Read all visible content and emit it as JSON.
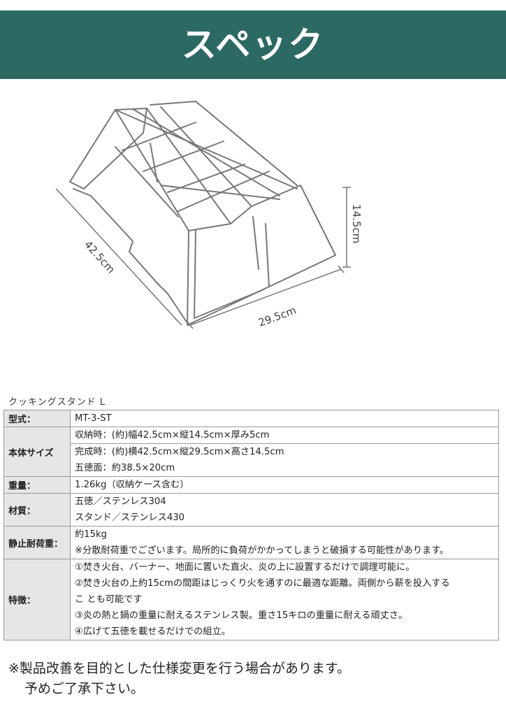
{
  "header": {
    "title": "スペック"
  },
  "dimensions": {
    "width": "42.5cm",
    "depth": "29.5cm",
    "height": "14.5cm"
  },
  "product_name": "クッキングスタンド L",
  "spec": {
    "model": {
      "label": "型式：",
      "lines": [
        "MT-3-ST"
      ]
    },
    "size": {
      "label": "本体サイズ",
      "lines": [
        "収納時：(約)幅42.5cm×縦14.5cm×厚み5cm",
        "完成時：(約)横42.5cm×縦29.5cm×高さ14.5cm",
        "五徳面：約38.5×20cm"
      ]
    },
    "weight": {
      "label": "重量：",
      "lines": [
        "1.26kg（収納ケース含む）"
      ]
    },
    "material": {
      "label": "材質：",
      "lines": [
        "五徳／ステンレス304",
        "スタンド／ステンレス430"
      ]
    },
    "load": {
      "label": "静止耐荷重：",
      "lines": [
        "約15kg",
        "※分散耐荷重でございます。局所的に負荷がかかってしまうと破損する可能性があります。"
      ]
    },
    "features": {
      "label": "特徴：",
      "lines": [
        "①焚き火台、バーナー、地面に置いた直火、炎の上に設置するだけで調理可能に。",
        "②焚き火台の上約15cmの間距はじっくり火を通すのに最適な距離。両側から薪を投入する",
        "こ とも可能です",
        "③炎の熱と鍋の重量に耐えるステンレス製。重さ15キロの重量に耐える頑丈さ。",
        "④広げて五徳を載せるだけでの組立。"
      ]
    }
  },
  "notice": {
    "line1": "※製品改善を目的とした仕様変更を行う場合があります。",
    "line2": "予めご了承下さい。"
  },
  "colors": {
    "header_bg": "#2d6963",
    "label_bg": "#e6e6e6"
  }
}
